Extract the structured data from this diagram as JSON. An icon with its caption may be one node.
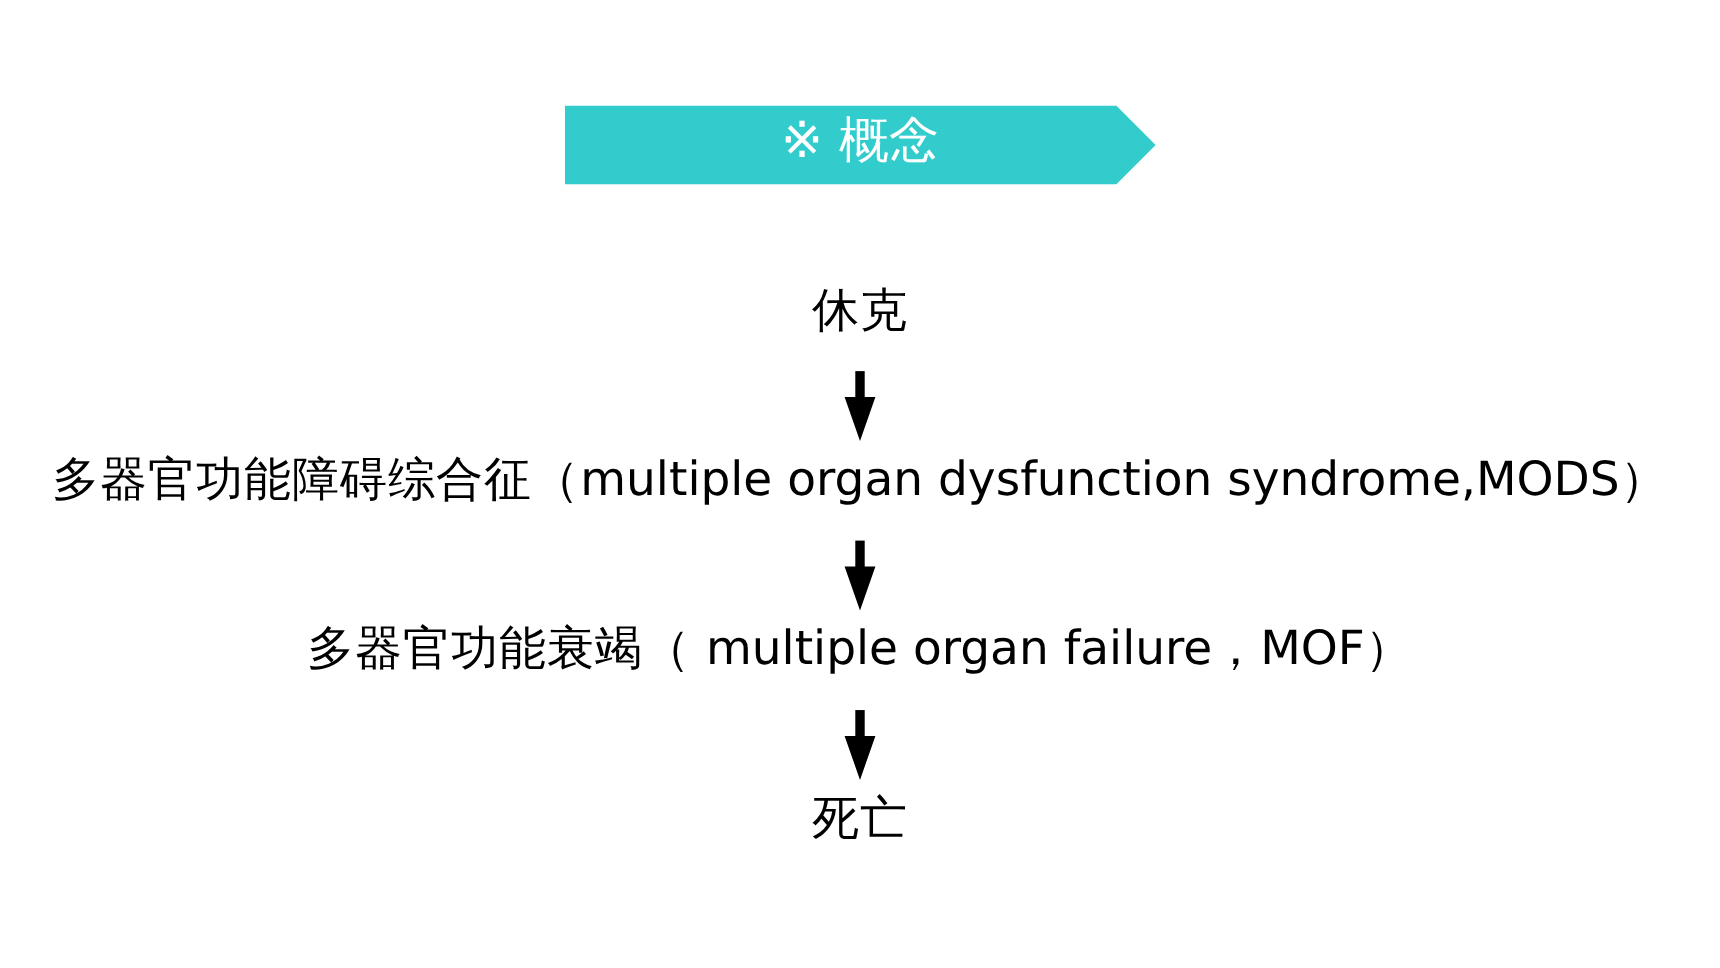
{
  "diagram": {
    "nodes": [
      {
        "text": [
          "※ 概念"
        ]
      },
      {
        "text": [
          "休克"
        ]
      },
      {
        "text": [
          "多器官功能障碍综合征（multiple organ dysfunction syndrome,MODS）"
        ]
      },
      {
        "text": [
          "多器官功能衰竭（ multiple organ failure，MOF）"
        ]
      },
      {
        "text": [
          "死亡"
        ]
      }
    ],
    "edges": [
      {
        "from": 1,
        "to": 2,
        "arrow": "to"
      },
      {
        "from": 2,
        "to": 3,
        "arrow": "to"
      },
      {
        "from": 3,
        "to": 4,
        "arrow": "to"
      }
    ]
  }
}
